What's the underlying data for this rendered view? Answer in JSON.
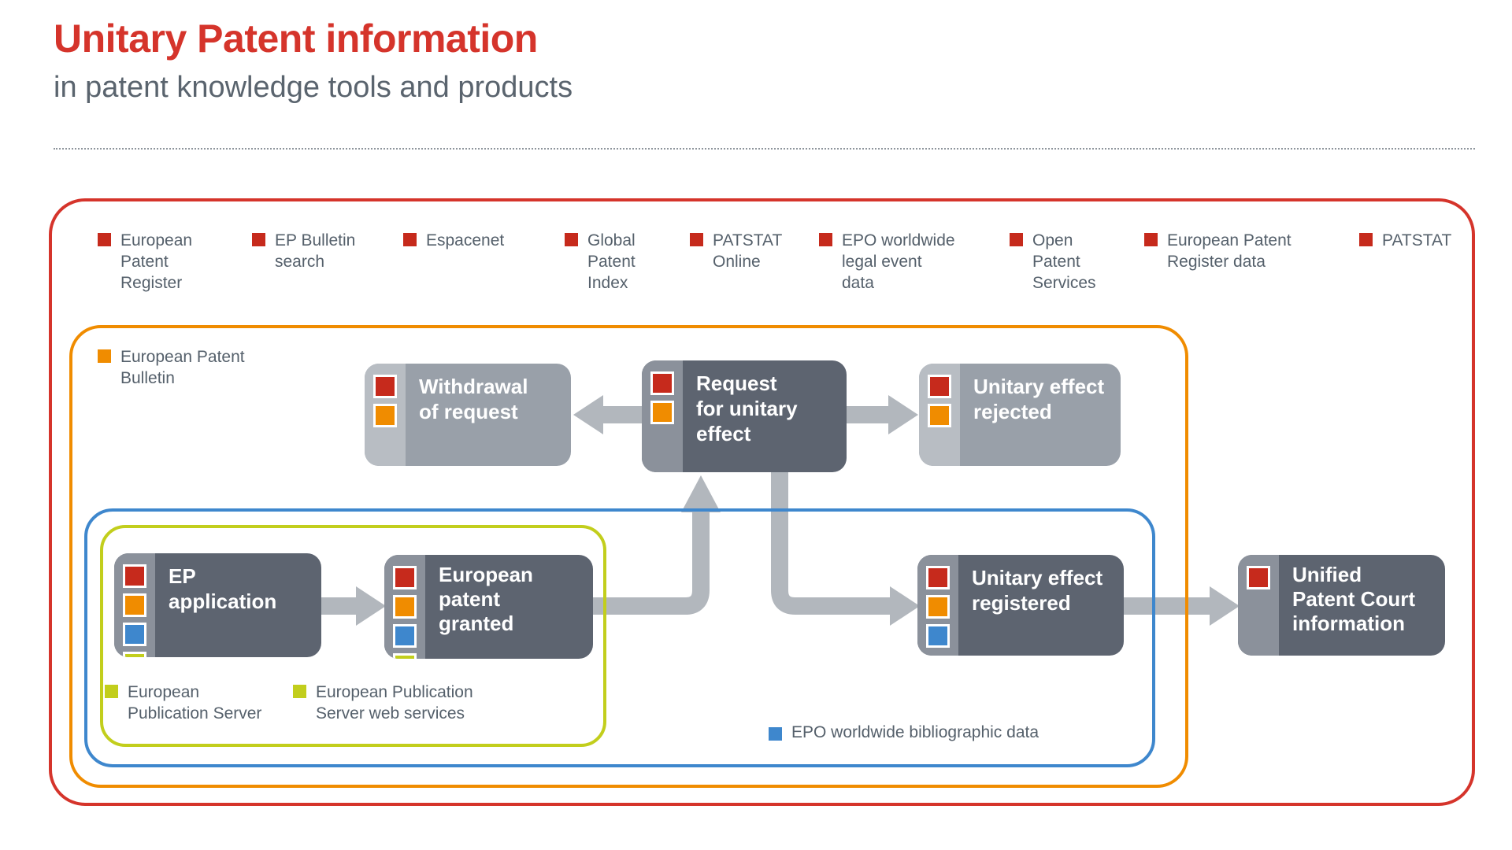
{
  "title": "Unitary Patent information",
  "subtitle": "in patent knowledge tools and products",
  "colors": {
    "title-red": "#d5342b",
    "red": "#d5342b",
    "icon-red": "#c62a1c",
    "orange": "#f08c00",
    "blue": "#3e87cd",
    "yellow": "#c2ce1c",
    "node-dark": "#5d6470",
    "node-dark-strip": "#8b919b",
    "node-light": "#99a0a9",
    "node-light-strip": "#b8bdc3",
    "arrow": "#b2b7bd",
    "text-gray": "#55606b",
    "subtitle-gray": "#5a646e"
  },
  "top_legend": {
    "items": [
      {
        "label": "European Patent Register",
        "lines": [
          "European",
          "Patent",
          "Register"
        ]
      },
      {
        "label": "EP Bulletin search",
        "lines": [
          "EP Bulletin",
          "search"
        ]
      },
      {
        "label": "Espacenet",
        "lines": [
          "Espacenet"
        ]
      },
      {
        "label": "Global Patent Index",
        "lines": [
          "Global",
          "Patent",
          "Index"
        ]
      },
      {
        "label": "PATSTAT Online",
        "lines": [
          "PATSTAT",
          "Online"
        ]
      },
      {
        "label": "EPO worldwide legal event data",
        "lines": [
          "EPO worldwide",
          "legal event",
          "data"
        ]
      },
      {
        "label": "Open Patent Services",
        "lines": [
          "Open",
          "Patent",
          "Services"
        ]
      },
      {
        "label": "European Patent Register data",
        "lines": [
          "European Patent",
          "Register data"
        ]
      },
      {
        "label": "PATSTAT",
        "lines": [
          "PATSTAT"
        ]
      }
    ]
  },
  "zone_legends": {
    "orange": {
      "label": "European Patent Bulletin",
      "lines": [
        "European Patent",
        "Bulletin"
      ]
    },
    "yellow_1": {
      "label": "European Publication Server",
      "lines": [
        "European",
        "Publication Server"
      ]
    },
    "yellow_2": {
      "label": "European Publication Server web services",
      "lines": [
        "European Publication",
        "Server web services"
      ]
    },
    "blue": {
      "label": "EPO worldwide bibliographic data"
    }
  },
  "nodes": {
    "withdrawal": {
      "label": "Withdrawal of request",
      "lines": [
        "Withdrawal",
        "of request"
      ],
      "icons": [
        "red",
        "orange"
      ]
    },
    "request": {
      "label": "Request for unitary effect",
      "lines": [
        "Request",
        "for unitary",
        "effect"
      ],
      "icons": [
        "red",
        "orange"
      ]
    },
    "rejected": {
      "label": "Unitary effect rejected",
      "lines": [
        "Unitary effect",
        "rejected"
      ],
      "icons": [
        "red",
        "orange"
      ]
    },
    "application": {
      "label": "EP application",
      "lines": [
        "EP",
        "application"
      ],
      "icons": [
        "red",
        "orange",
        "blue",
        "yellow"
      ]
    },
    "granted": {
      "label": "European patent granted",
      "lines": [
        "European",
        "patent",
        "granted"
      ],
      "icons": [
        "red",
        "orange",
        "blue",
        "yellow"
      ]
    },
    "registered": {
      "label": "Unitary effect registered",
      "lines": [
        "Unitary effect",
        "registered"
      ],
      "icons": [
        "red",
        "orange",
        "blue"
      ]
    },
    "court": {
      "label": "Unified Patent Court information",
      "lines": [
        "Unified",
        "Patent Court",
        "information"
      ],
      "icons": [
        "red"
      ]
    }
  }
}
